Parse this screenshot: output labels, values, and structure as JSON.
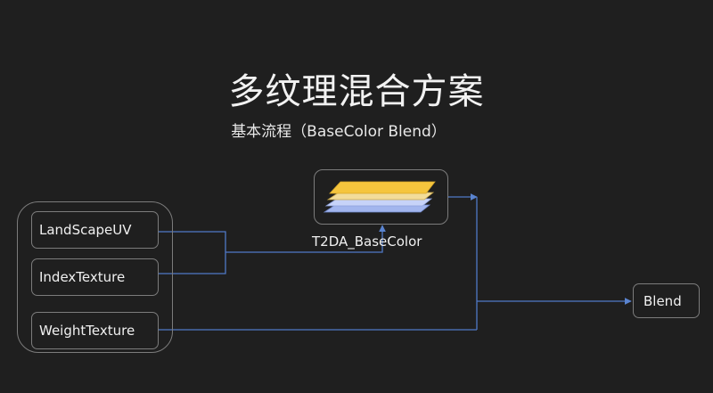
{
  "title": "多纹理混合方案",
  "subtitle": "基本流程（BaseColor Blend）",
  "inputs": {
    "landscape_uv": "LandScapeUV",
    "index_texture": "IndexTexture",
    "weight_texture": "WeightTexture"
  },
  "texture_array": {
    "label": "T2DA_BaseColor",
    "layer_colors": [
      "#a3b6ee",
      "#c7d3f8",
      "#f2dc9a",
      "#f5c53d"
    ]
  },
  "output": {
    "label": "Blend"
  },
  "colors": {
    "background": "#1f1f1f",
    "node_border": "#7c7c7c",
    "wire": "#4f79c6"
  }
}
